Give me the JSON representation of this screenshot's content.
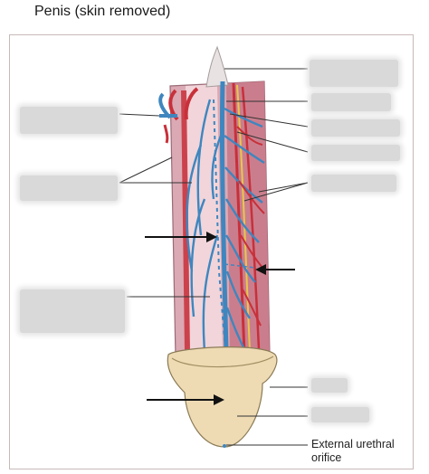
{
  "title": "Penis (skin removed)",
  "labels": {
    "external_urethral_orifice": [
      "External urethral",
      "orifice"
    ]
  },
  "colors": {
    "vein": "#3f86bf",
    "artery": "#c8303a",
    "nerve": "#e9c74a",
    "tissue": "#dba9b4",
    "glans": "#eedbb4",
    "label_mask": "#d9d9d9"
  }
}
